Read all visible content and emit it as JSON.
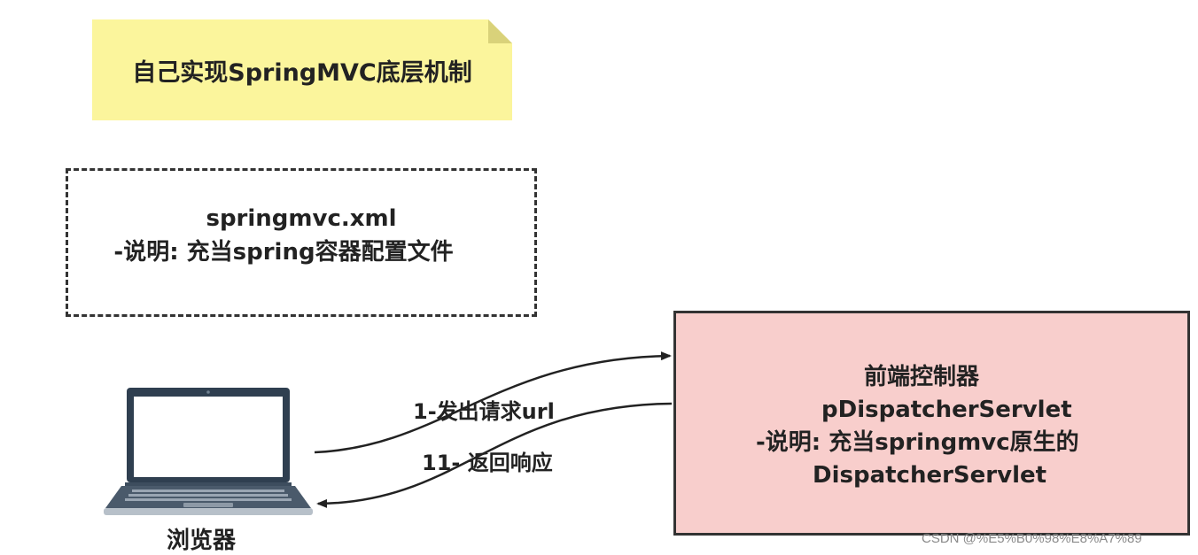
{
  "note": {
    "title": "自己实现SpringMVC底层机制"
  },
  "config_box": {
    "line1": "springmvc.xml",
    "line2": "-说明: 充当spring容器配置文件"
  },
  "servlet_box": {
    "line1": "前端控制器",
    "line2": "pDispatcherServlet",
    "line3": "-说明: 充当springmvc原生的",
    "line4": "DispatcherServlet"
  },
  "arrows": {
    "request_label": "1-发出请求url",
    "response_label": "11- 返回响应"
  },
  "browser": {
    "label": "浏览器"
  },
  "watermark": {
    "text": "CSDN @%E5%B0%98%E8%A7%89"
  },
  "colors": {
    "note_fill": "#fbf59c",
    "note_fold": "#d9d27a",
    "servlet_fill": "#f8cecc",
    "laptop_body": "#2f3f50",
    "laptop_keys": "#9aa6b3"
  },
  "icons": {
    "browser": "laptop-icon"
  }
}
